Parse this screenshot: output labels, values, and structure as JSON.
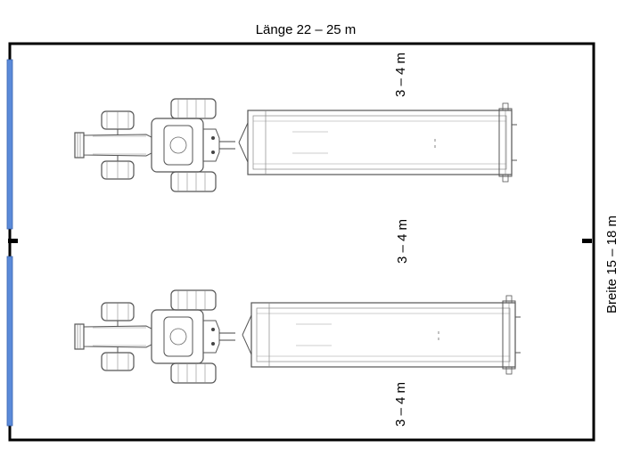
{
  "diagram": {
    "length_label": "Länge 22 – 25 m",
    "width_label": "Breite 15 – 18 m",
    "gap_labels": [
      "3 – 4 m",
      "3 – 4 m",
      "3 – 4 m"
    ],
    "colors": {
      "wall": "#000000",
      "gate": "#4472c4",
      "vehicle": "#555555"
    },
    "vehicles": [
      {
        "name": "tractor-with-trailer-1",
        "parts": [
          "tractor",
          "trailer"
        ]
      },
      {
        "name": "tractor-with-trailer-2",
        "parts": [
          "tractor",
          "trailer"
        ]
      }
    ],
    "icons": [
      "gate-left-top",
      "gate-left-bottom"
    ]
  }
}
